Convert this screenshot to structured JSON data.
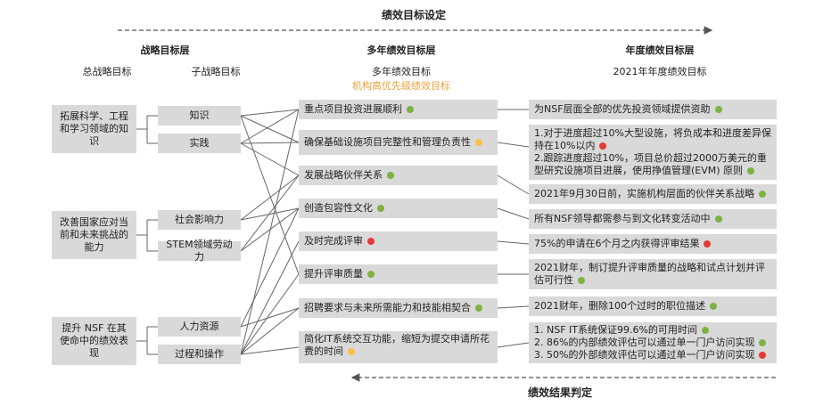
{
  "top_flow_label": "绩效目标设定",
  "bottom_flow_label": "绩效结果判定",
  "columns": {
    "strategic": {
      "title": "战略目标层",
      "sub1": "总战略目标",
      "sub2": "子战略目标"
    },
    "multiyear": {
      "title": "多年绩效目标层",
      "sub1": "多年绩效目标",
      "sub2": "机构高优先级绩效目标"
    },
    "annual": {
      "title": "年度绩效目标层",
      "sub1": "2021年年度绩效目标"
    }
  },
  "colors": {
    "green": "#7cb342",
    "red": "#e53935",
    "yellow": "#f9c04a",
    "box": "#d9d9d9",
    "highlight": "#e8a33d"
  },
  "overall_goals": [
    {
      "text": "拓展科学、工程和学习领域的知识"
    },
    {
      "text": "改善国家应对当前和未来挑战的能力"
    },
    {
      "text": "提升 NSF 在其使命中的绩效表现"
    }
  ],
  "sub_goals": [
    {
      "text": "知识"
    },
    {
      "text": "实践"
    },
    {
      "text": "社会影响力"
    },
    {
      "text": "STEM领域劳动力"
    },
    {
      "text": "人力资源"
    },
    {
      "text": "过程和操作"
    }
  ],
  "multiyear_goals": [
    {
      "text": "重点项目投资进展顺利",
      "status": "green"
    },
    {
      "text": "确保基础设施项目完整性和管理负责性",
      "status": "yellow"
    },
    {
      "text": "发展战略伙伴关系",
      "status": "green"
    },
    {
      "text": "创造包容性文化",
      "status": "green"
    },
    {
      "text": "及时完成评审",
      "status": "red"
    },
    {
      "text": "提升评审质量",
      "status": "green"
    },
    {
      "text": "招聘要求与未来所需能力和技能相契合",
      "status": "green"
    },
    {
      "text": "简化IT系统交互功能，缩短为提交申请所花费的时间",
      "status": "yellow"
    }
  ],
  "annual_goals": [
    {
      "lines": [
        {
          "text": "为NSF层面全部的优先投资领域提供资助",
          "status": "green"
        }
      ]
    },
    {
      "lines": [
        {
          "text": "1.对于进度超过10%大型设施，将负成本和进度差异保持在10%以内",
          "status": "red"
        },
        {
          "text": "2.跟踪进度超过10%，项目总价超过2000万美元的重型研究设施项目进展，使用挣值管理(EVM) 原则",
          "status": "green"
        }
      ]
    },
    {
      "lines": [
        {
          "text": "2021年9月30日前，实施机构层面的伙伴关系战略",
          "status": "green"
        }
      ]
    },
    {
      "lines": [
        {
          "text": "所有NSF领导都需参与到文化转变活动中",
          "status": "green"
        }
      ]
    },
    {
      "lines": [
        {
          "text": "75%的申请在6个月之内获得评审结果",
          "status": "red"
        }
      ]
    },
    {
      "lines": [
        {
          "text": "2021财年，制订提升评审质量的战略和试点计划并评估可行性",
          "status": "green"
        }
      ]
    },
    {
      "lines": [
        {
          "text": "2021财年，删除100个过时的职位描述",
          "status": "green"
        }
      ]
    },
    {
      "lines": [
        {
          "text": "1. NSF IT系统保证99.6%的可用时间",
          "status": "green"
        },
        {
          "text": "2. 86%的内部绩效评估可以通过单一门户访问实现",
          "status": "green"
        },
        {
          "text": "3. 50%的外部绩效评估可以通过单一门户访问实现",
          "status": "red"
        }
      ]
    }
  ]
}
